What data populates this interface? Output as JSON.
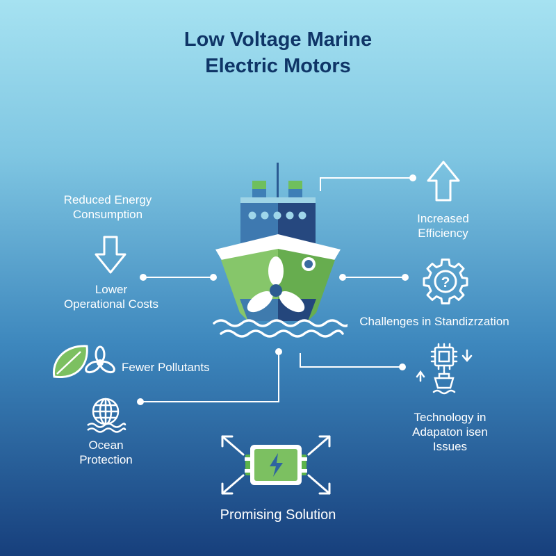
{
  "title": {
    "line1": "Low Voltage Marine",
    "line2": "Electric Motors"
  },
  "labels": {
    "reduced_energy": {
      "line1": "Reduced Energy",
      "line2": "Consumption"
    },
    "lower_costs": {
      "line1": "Lower",
      "line2": "Operational Costs"
    },
    "fewer_pollutants": "Fewer Pollutants",
    "ocean_protection": {
      "line1": "Ocean",
      "line2": "Protection"
    },
    "increased_efficiency": {
      "line1": "Increased",
      "line2": "Efficiency"
    },
    "challenges": "Challenges in Standizrzation",
    "technology": {
      "line1": "Technology in",
      "line2": "Adapaton isen",
      "line3": "Issues"
    },
    "promising": "Promising Solution"
  },
  "icons": [
    "ship-icon",
    "arrow-down-icon",
    "arrow-up-icon",
    "gear-question-icon",
    "leaf-propeller-icon",
    "globe-waves-icon",
    "chip-ship-icon",
    "battery-expand-icon"
  ],
  "colors": {
    "title": "#0f3567",
    "ship_green": "#86c66a",
    "ship_blue": "#3b6ea8",
    "ship_navy": "#23437a",
    "text": "#ffffff"
  }
}
